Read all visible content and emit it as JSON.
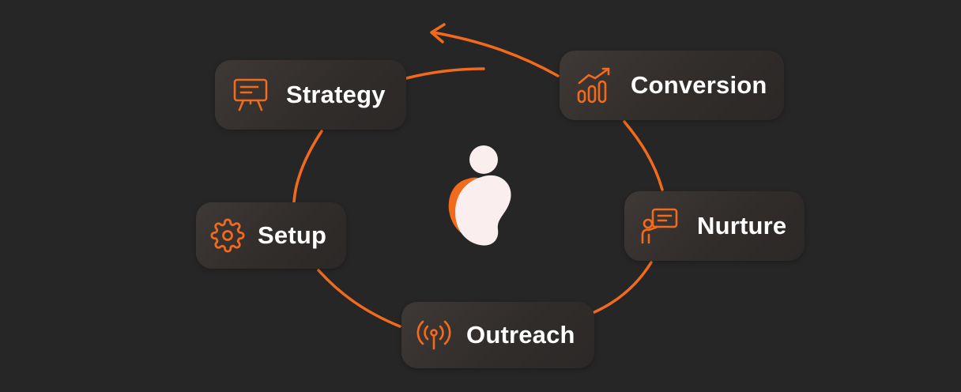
{
  "colors": {
    "background": "#262626",
    "accent": "#f26b1d",
    "logo_light": "#faeeee",
    "card": "#353130"
  },
  "nodes": {
    "strategy": {
      "label": "Strategy",
      "icon": "presentation-board-icon"
    },
    "conversion": {
      "label": "Conversion",
      "icon": "growth-chart-icon"
    },
    "setup": {
      "label": "Setup",
      "icon": "gear-icon"
    },
    "nurture": {
      "label": "Nurture",
      "icon": "presenter-icon"
    },
    "outreach": {
      "label": "Outreach",
      "icon": "broadcast-icon"
    }
  },
  "center": {
    "icon": "brand-logo-icon"
  }
}
